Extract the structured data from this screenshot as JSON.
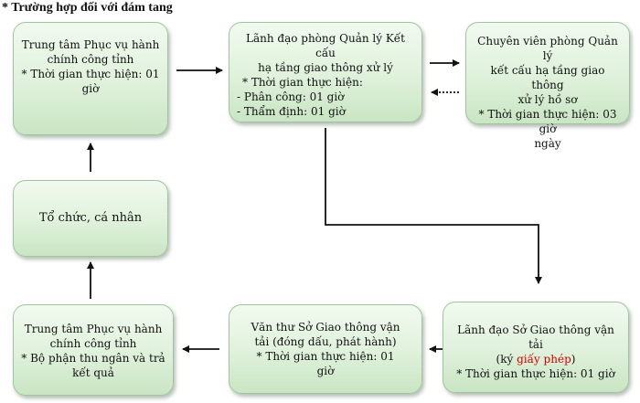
{
  "heading": "* Trường hợp đối với đám tang",
  "nodes": {
    "center_top": {
      "line1": "Trung tâm Phục vụ hành",
      "line2": "chính công tỉnh",
      "line3": "* Thời gian thực hiện: 01",
      "line4": "giờ"
    },
    "leader_dept": {
      "line1": "Lãnh đạo phòng Quản lý Kết cấu",
      "line2": "hạ tầng giao thông xử lý",
      "line3": "*  Thời gian thực hiện:",
      "line4": "- Phân công: 01 giờ",
      "line5": "- Thẩm định: 01 giờ"
    },
    "specialist": {
      "line1": "Chuyên viên phòng Quản lý",
      "line2": "kết cấu hạ tầng giao thông",
      "line3": "xử lý hồ sơ",
      "line4": "* Thời gian thực hiện: 03 giờ",
      "line5": "ngày"
    },
    "applicant": {
      "label": "Tổ chức, cá nhân"
    },
    "center_bottom": {
      "line1": "Trung tâm Phục vụ hành",
      "line2": "chính công tỉnh",
      "line3": "* Bộ phận thu ngân và trả",
      "line4": "kết quả"
    },
    "clerk": {
      "line1": "Văn thư Sở Giao thông vận",
      "line2": "tải (đóng dấu, phát hành)",
      "line3": "* Thời gian thực hiện: 01",
      "line4": "giờ"
    },
    "director": {
      "line1": "Lãnh đạo Sở Giao thông vận tải",
      "line2_open": "(ký ",
      "line2_highlight": "giấy phép",
      "line2_close": ")",
      "line3": "* Thời gian thực hiện: 01 giờ"
    }
  }
}
